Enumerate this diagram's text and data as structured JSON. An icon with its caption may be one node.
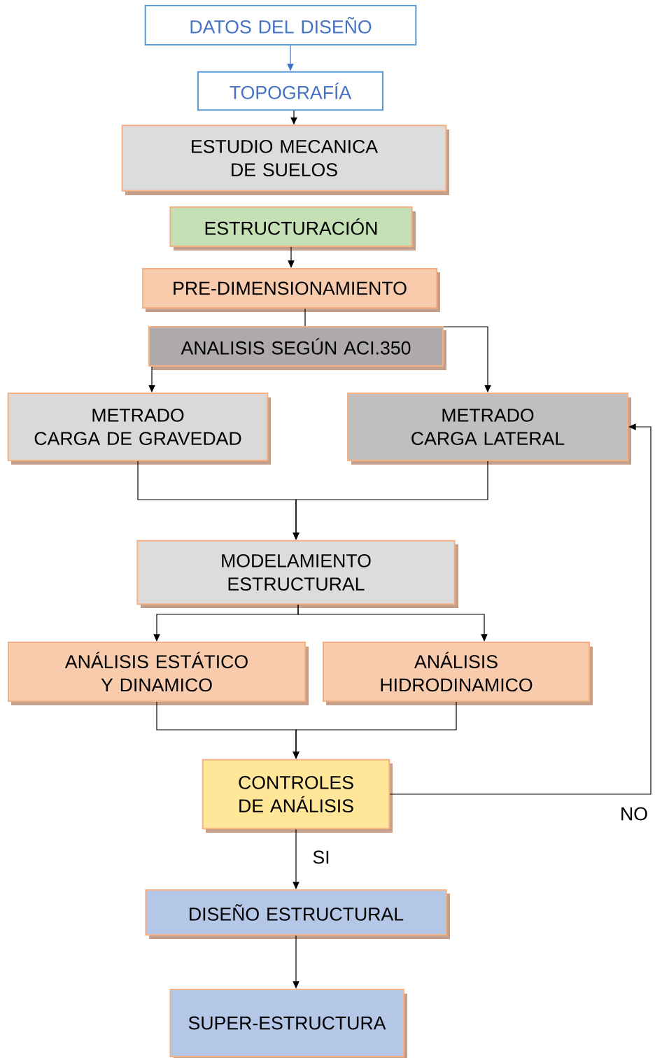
{
  "diagram": {
    "nodes": [
      {
        "text": [
          "DATOS DEL DISEÑO"
        ]
      },
      {
        "text": [
          "TOPOGRAFÍA"
        ]
      },
      {
        "text": [
          "ESTUDIO MECANICA DE SUELOS"
        ]
      },
      {
        "text": [
          "ESTRUCTURACIÓN"
        ]
      },
      {
        "text": [
          "PRE-DIMENSIONAMIENTO"
        ]
      },
      {
        "text": [
          "ANALISIS SEGÚN ACI.350"
        ]
      },
      {
        "text": [
          "METRADO",
          "CARGA DE GRAVEDAD"
        ]
      },
      {
        "text": [
          "METRADO",
          "CARGA LATERAL"
        ]
      },
      {
        "text": [
          "MODELAMIENTO ESTRUCTURAL"
        ]
      },
      {
        "text": [
          "ANÁLISIS ESTÁTICO Y DINAMICO"
        ]
      },
      {
        "text": [
          "ANÁLISIS HIDRODINAMICO"
        ]
      },
      {
        "text": [
          "CONTROLES DE ANÁLISIS"
        ]
      },
      {
        "text": [
          "DISEÑO ESTRUCTURAL"
        ]
      },
      {
        "text": [
          "SUPER-ESTRUCTURA"
        ]
      }
    ],
    "edges": [
      {
        "from": 0,
        "to": 1,
        "arrow": "to",
        "color": "#4472c4"
      },
      {
        "from": 1,
        "to": 2,
        "arrow": "to"
      },
      {
        "from": 3,
        "to": 4,
        "arrow": "to"
      },
      {
        "from": 4,
        "to": 5,
        "arrow": "none"
      },
      {
        "from": 5,
        "to": 6,
        "arrow": "to"
      },
      {
        "from": 5,
        "to": 7,
        "arrow": "to"
      },
      {
        "from": 6,
        "to": 8,
        "arrow": "to"
      },
      {
        "from": 7,
        "to": 8,
        "arrow": "to"
      },
      {
        "from": 8,
        "to": 9,
        "arrow": "to"
      },
      {
        "from": 8,
        "to": 10,
        "arrow": "to"
      },
      {
        "from": 9,
        "to": 11,
        "arrow": "to"
      },
      {
        "from": 10,
        "to": 11,
        "arrow": "to"
      },
      {
        "from": 11,
        "to": 12,
        "arrow": "to",
        "label": "SI"
      },
      {
        "from": 12,
        "to": 13,
        "arrow": "to"
      },
      {
        "from": 11,
        "to": 7,
        "arrow": "to",
        "label": "NO"
      }
    ]
  }
}
